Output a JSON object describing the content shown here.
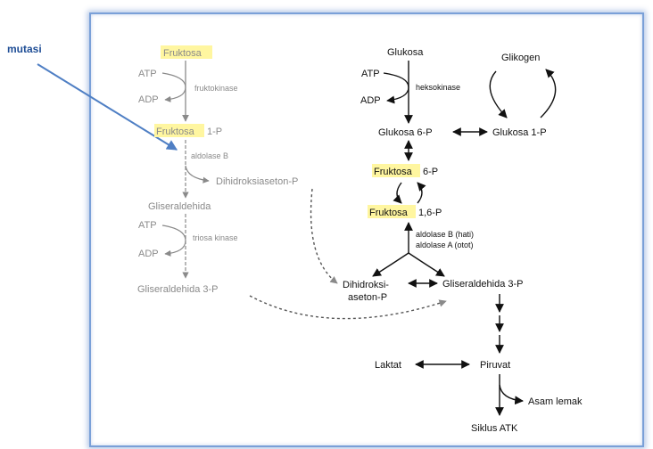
{
  "annotation": {
    "label": "mutasi"
  },
  "left_pathway": {
    "fructose": "Fruktosa",
    "atp1": "ATP",
    "adp1": "ADP",
    "enzyme1": "fruktokinase",
    "fructose_word": "Fruktosa",
    "fructose_1p_suffix": "1-P",
    "enzyme2": "aldolase B",
    "dhap": "Dihidroksiaseton-P",
    "glyceraldehyde": "Gliseraldehida",
    "atp2": "ATP",
    "adp2": "ADP",
    "enzyme3": "triosa kinase",
    "g3p": "Gliseraldehida 3-P"
  },
  "right_pathway": {
    "glucose": "Glukosa",
    "atp": "ATP",
    "adp": "ADP",
    "hexokinase": "heksokinase",
    "glycogen": "Glikogen",
    "glucose_6p": "Glukosa 6-P",
    "glucose_1p": "Glukosa 1-P",
    "fructose_word_a": "Fruktosa",
    "fructose_6p_suffix": "6-P",
    "fructose_word_b": "Fruktosa",
    "fructose_16p_suffix": "1,6-P",
    "aldolase_b": "aldolase B (hati)",
    "aldolase_a": "aldolase A (otot)",
    "dhap_line1": "Dihidroksi-",
    "dhap_line2": "aseton-P",
    "g3p": "Gliseraldehida 3-P",
    "lactate": "Laktat",
    "pyruvate": "Piruvat",
    "fatty_acid": "Asam lemak",
    "tca": "Siklus ATK"
  },
  "colors": {
    "highlight": "#fff6a0",
    "annotation": "#1f4e96",
    "arrow": "#4f7fc4",
    "frame": "#7aa0d8"
  }
}
